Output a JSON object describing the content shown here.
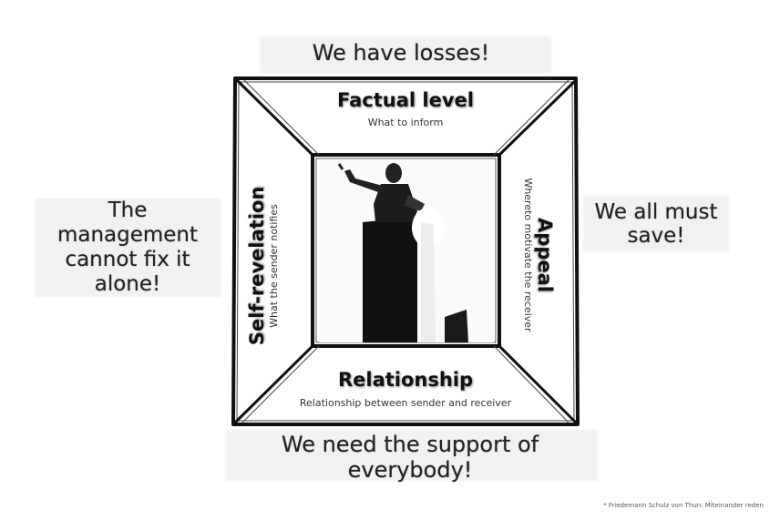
{
  "outer": {
    "top": "We have losses!",
    "left": "The management cannot fix it alone!",
    "right": "We all must save!",
    "bottom": "We need the support of everybody!"
  },
  "sides": {
    "factual": {
      "title": "Factual level",
      "subtitle": "What to inform"
    },
    "self_revelation": {
      "title": "Self-revelation",
      "subtitle": "What the sender notifies"
    },
    "appeal": {
      "title": "Appeal",
      "subtitle": "Whereto motivate the receiver"
    },
    "relationship": {
      "title": "Relationship",
      "subtitle": "Relationship between sender and receiver"
    }
  },
  "footnote": "* Friedemann Schulz von Thun: Miteinander reden"
}
